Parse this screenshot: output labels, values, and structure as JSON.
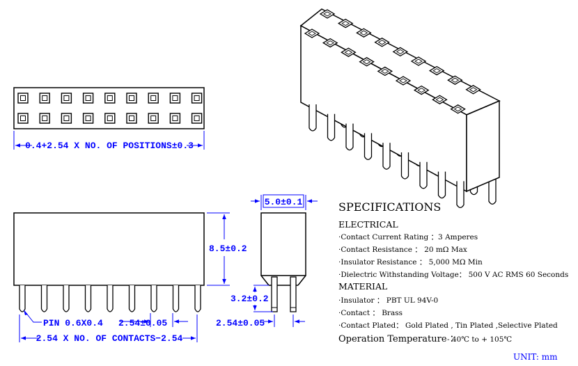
{
  "dimensions": {
    "top_width": "0.4+2.54 X NO. OF POSITIONS±0.3",
    "height": "8.5±0.2",
    "depth": "5.0±0.1",
    "pin_length": "3.2±0.2",
    "pin": "PIN 0.6X0.4",
    "pitch": "2.54±0.05",
    "row_pitch": "2.54±0.05",
    "contacts_length": "2.54 X NO. OF CONTACTS−2.54"
  },
  "specs": {
    "title": "SPECIFICATIONS",
    "electrical_head": "ELECTRICAL",
    "electrical": [
      "·Contact Current Rating ：3 Amperes",
      "·Contact Resistance ： 20 mΩ Max",
      "·Insulator Resistance ： 5,000 MΩ Min",
      "·Dielectric Withstanding Voltage： 500 V AC RMS 60 Seconds"
    ],
    "material_head": "MATERIAL",
    "material": [
      "·Insulator ： PBT UL 94V-0",
      "·Contact ： Brass",
      "·Contact Plated： Gold Plated , Tin Plated ,Selective Plated"
    ],
    "operation_label": "Operation Temperature ：",
    "operation_value": "- 40℃ to + 105℃",
    "unit": "UNIT: mm"
  },
  "colors": {
    "dimension": "#0000ff",
    "line": "#000000"
  }
}
